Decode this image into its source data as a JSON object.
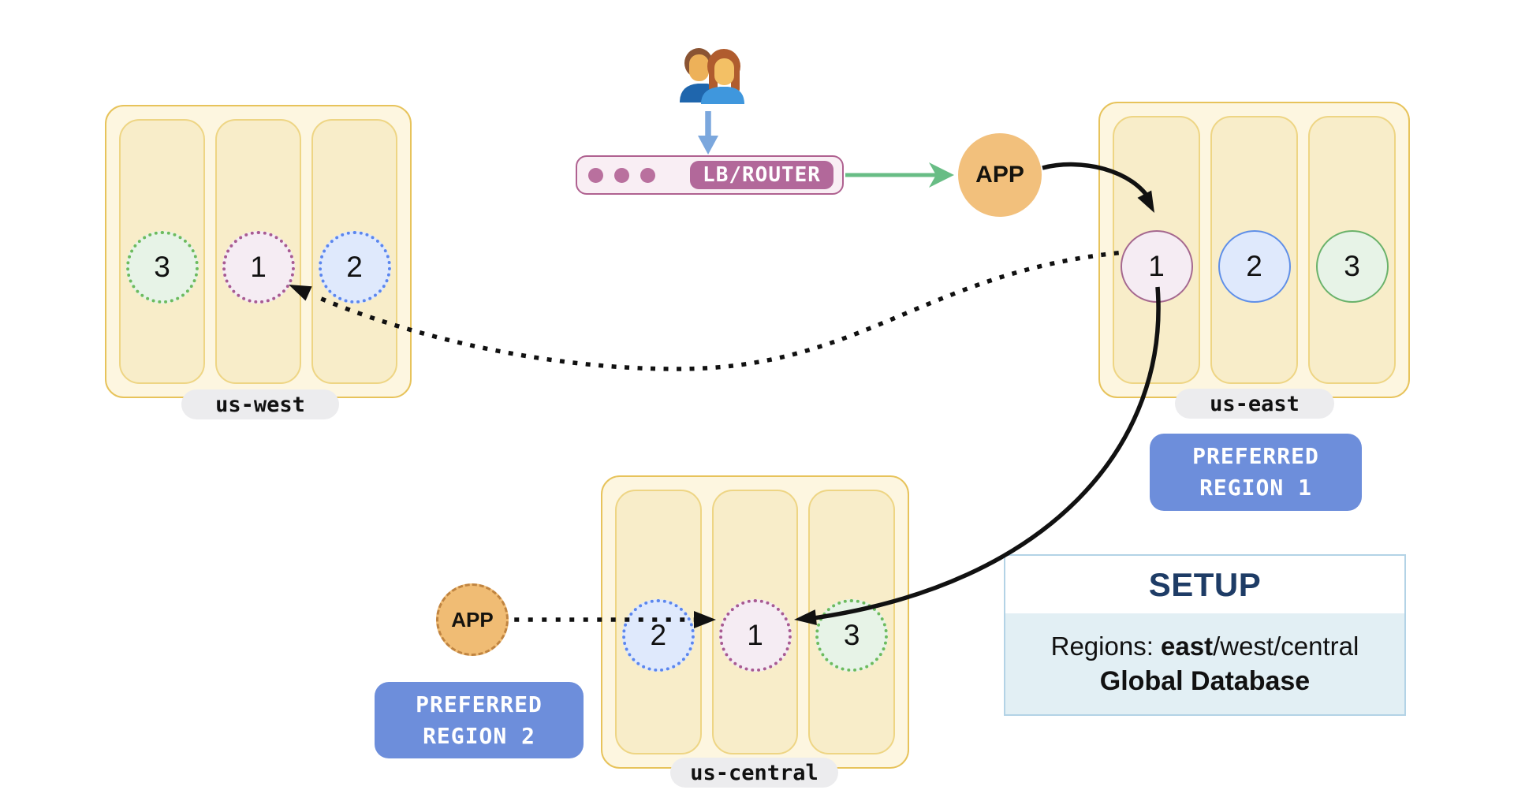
{
  "diagram": {
    "kind": "multi-region global database topology"
  },
  "lb_router": {
    "label": "LB/ROUTER"
  },
  "apps": {
    "east_label": "APP",
    "central_label": "APP"
  },
  "regions": {
    "us_west": {
      "label": "us-west",
      "replicas": [
        "3",
        "1",
        "2"
      ],
      "replica_style": "dotted"
    },
    "us_east": {
      "label": "us-east",
      "replicas": [
        "1",
        "2",
        "3"
      ],
      "replica_style": "solid"
    },
    "us_central": {
      "label": "us-central",
      "replicas": [
        "2",
        "1",
        "3"
      ],
      "replica_style": "dotted"
    }
  },
  "badges": {
    "preferred_region_1": {
      "line1": "PREFERRED",
      "line2": "REGION 1"
    },
    "preferred_region_2": {
      "line1": "PREFERRED",
      "line2": "REGION 2"
    }
  },
  "setup_panel": {
    "title": "SETUP",
    "regions_prefix": "Regions: ",
    "regions_bold": "east",
    "regions_rest": "/west/central",
    "subtitle": "Global Database"
  },
  "colors": {
    "region_fill": "#fdf6e0",
    "region_border": "#e7c35b",
    "column_fill": "#f8edc9",
    "column_border": "#eed584",
    "replica_mauve_fill": "#f5ecf3",
    "replica_mauve_border": "#a5688f",
    "replica_blue_fill": "#dfe9fc",
    "replica_blue_border": "#5f8fe8",
    "replica_green_fill": "#e7f3e7",
    "replica_green_border": "#6ab26a",
    "app_fill": "#f2c07c",
    "app_dashed_border": "#c08440",
    "lb_fill": "#f9eef4",
    "lb_accent": "#b2689a",
    "lb_border": "#af6190",
    "badge_blue": "#6d8edb",
    "label_pill_gray": "#ececee",
    "arrow_blue": "#7ba7dd",
    "arrow_green": "#68bd85",
    "arrow_black": "#111111",
    "setup_border": "#b3d3e6",
    "setup_body_bg": "#e2eff4",
    "setup_title_color": "#1e3c66"
  }
}
